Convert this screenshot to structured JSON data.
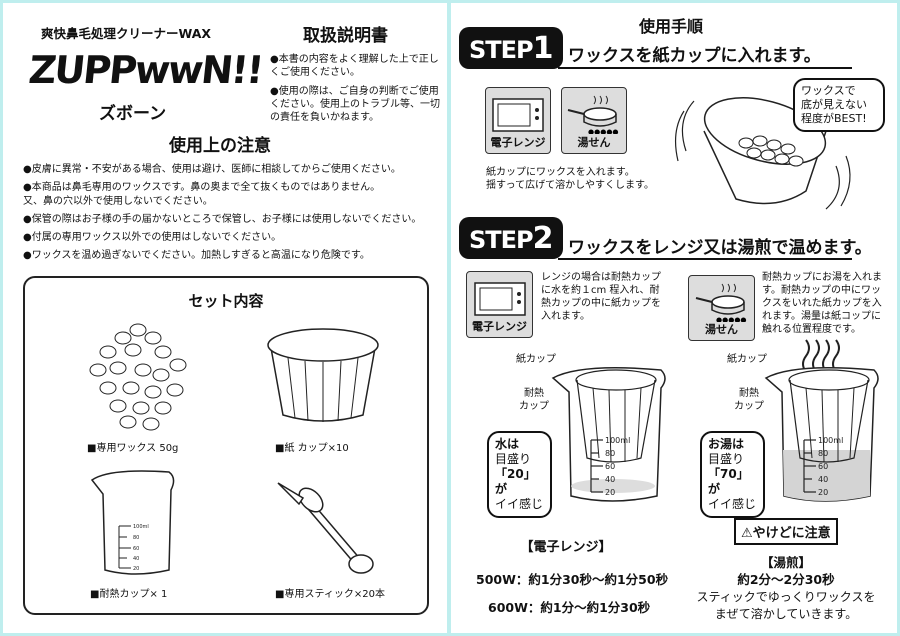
{
  "left": {
    "product_subtitle": "爽快鼻毛処理クリーナーWAX",
    "logo_text": "ZUPPwwN!!",
    "logo_kana": "ズボーン",
    "manual_title": "取扱説明書",
    "intro": [
      "●本書の内容をよく理解した上で正しくご使用ください。",
      "●使用の際は、ご自身の判断でご使用ください。使用上のトラブル等、一切の責任を負いかねます。"
    ],
    "cautions_title": "使用上の注意",
    "cautions": [
      "●皮膚に異常・不安がある場合、使用は避け、医師に相談してからご使用ください。",
      "●本商品は鼻毛専用のワックスです。鼻の奥まで全て抜くものではありません。",
      "又、鼻の穴以外で使用しないでください。",
      "●保管の際はお子様の手の届かないところで保管し、お子様には使用しないでください。",
      "●付属の専用ワックス以外での使用はしないでください。",
      "●ワックスを温め過ぎないでください。加熱しすぎると高温になり危険です。"
    ],
    "set": {
      "title": "セット内容",
      "items": [
        "■専用ワックス 50g",
        "■紙 カップ×10",
        "■耐熱カップ× 1",
        "■専用スティック×20本"
      ]
    },
    "beaker_scale": [
      "100ml",
      "80",
      "60",
      "40",
      "20"
    ]
  },
  "right": {
    "title": "使用手順",
    "step1": {
      "badge": "STEP",
      "num": "1",
      "title": "ワックスを紙カップに入れます。",
      "icon_microwave": "電子レンジ",
      "icon_bath": "湯せん",
      "text": [
        "紙カップにワックスを入れます。",
        "揺すって広げて溶かしやすくします。"
      ],
      "bubble": [
        "ワックスで",
        "底が見えない",
        "程度がBEST!"
      ]
    },
    "step2": {
      "badge": "STEP",
      "num": "2",
      "title": "ワックスをレンジ又は湯煎で温めます。",
      "icon_microwave": "電子レンジ",
      "icon_bath": "湯せん",
      "microwave_text": "レンジの場合は耐熱カップに水を約１cm 程入れ、耐熱カップの中に紙カップを入れます。",
      "bath_text": "耐熱カップにお湯を入れます。耐熱カップの中にワックスをいれた紙カップを入れます。湯量は紙コップに触れる位置程度です。",
      "label_paper_cup": "紙カップ",
      "label_heat_cup": [
        "耐熱",
        "カップ"
      ],
      "bubble_left": [
        "水は",
        "目盛り",
        "「20」が",
        "イイ感じ"
      ],
      "bubble_right": [
        "お湯は",
        "目盛り",
        "「70」が",
        "イイ感じ"
      ],
      "scale": [
        "100ml",
        "80",
        "60",
        "40",
        "20"
      ],
      "microwave_heading": "【電子レンジ】",
      "microwave_times": [
        "500W：約1分30秒〜約1分50秒",
        "600W：約1分〜約1分30秒"
      ],
      "warning": "やけどに注意",
      "bath_heading": "【湯煎】",
      "bath_time": "約2分〜2分30秒",
      "bath_note": [
        "スティックでゆっくりワックスを",
        "まぜて溶かしていきます。"
      ]
    }
  }
}
